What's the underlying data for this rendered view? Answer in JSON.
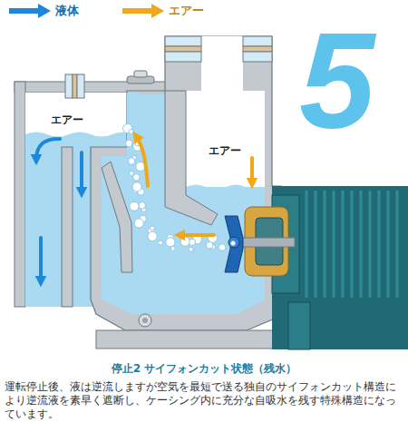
{
  "diagram": {
    "title": "停止2 サイフォンカット状態（残水）",
    "caption": "運転停止後、液は逆流しますが空気を最短で送る独自のサイフォンカット構造により逆流液を素早く遮断し、ケーシング内に充分な自吸水を残す特殊構造になっています。",
    "labels": [
      "エアー",
      "エアー",
      "5"
    ],
    "legend": [
      {
        "text": "液体",
        "color": "#1e88d8"
      },
      {
        "text": "エアー",
        "color": "#f0a818"
      }
    ]
  }
}
